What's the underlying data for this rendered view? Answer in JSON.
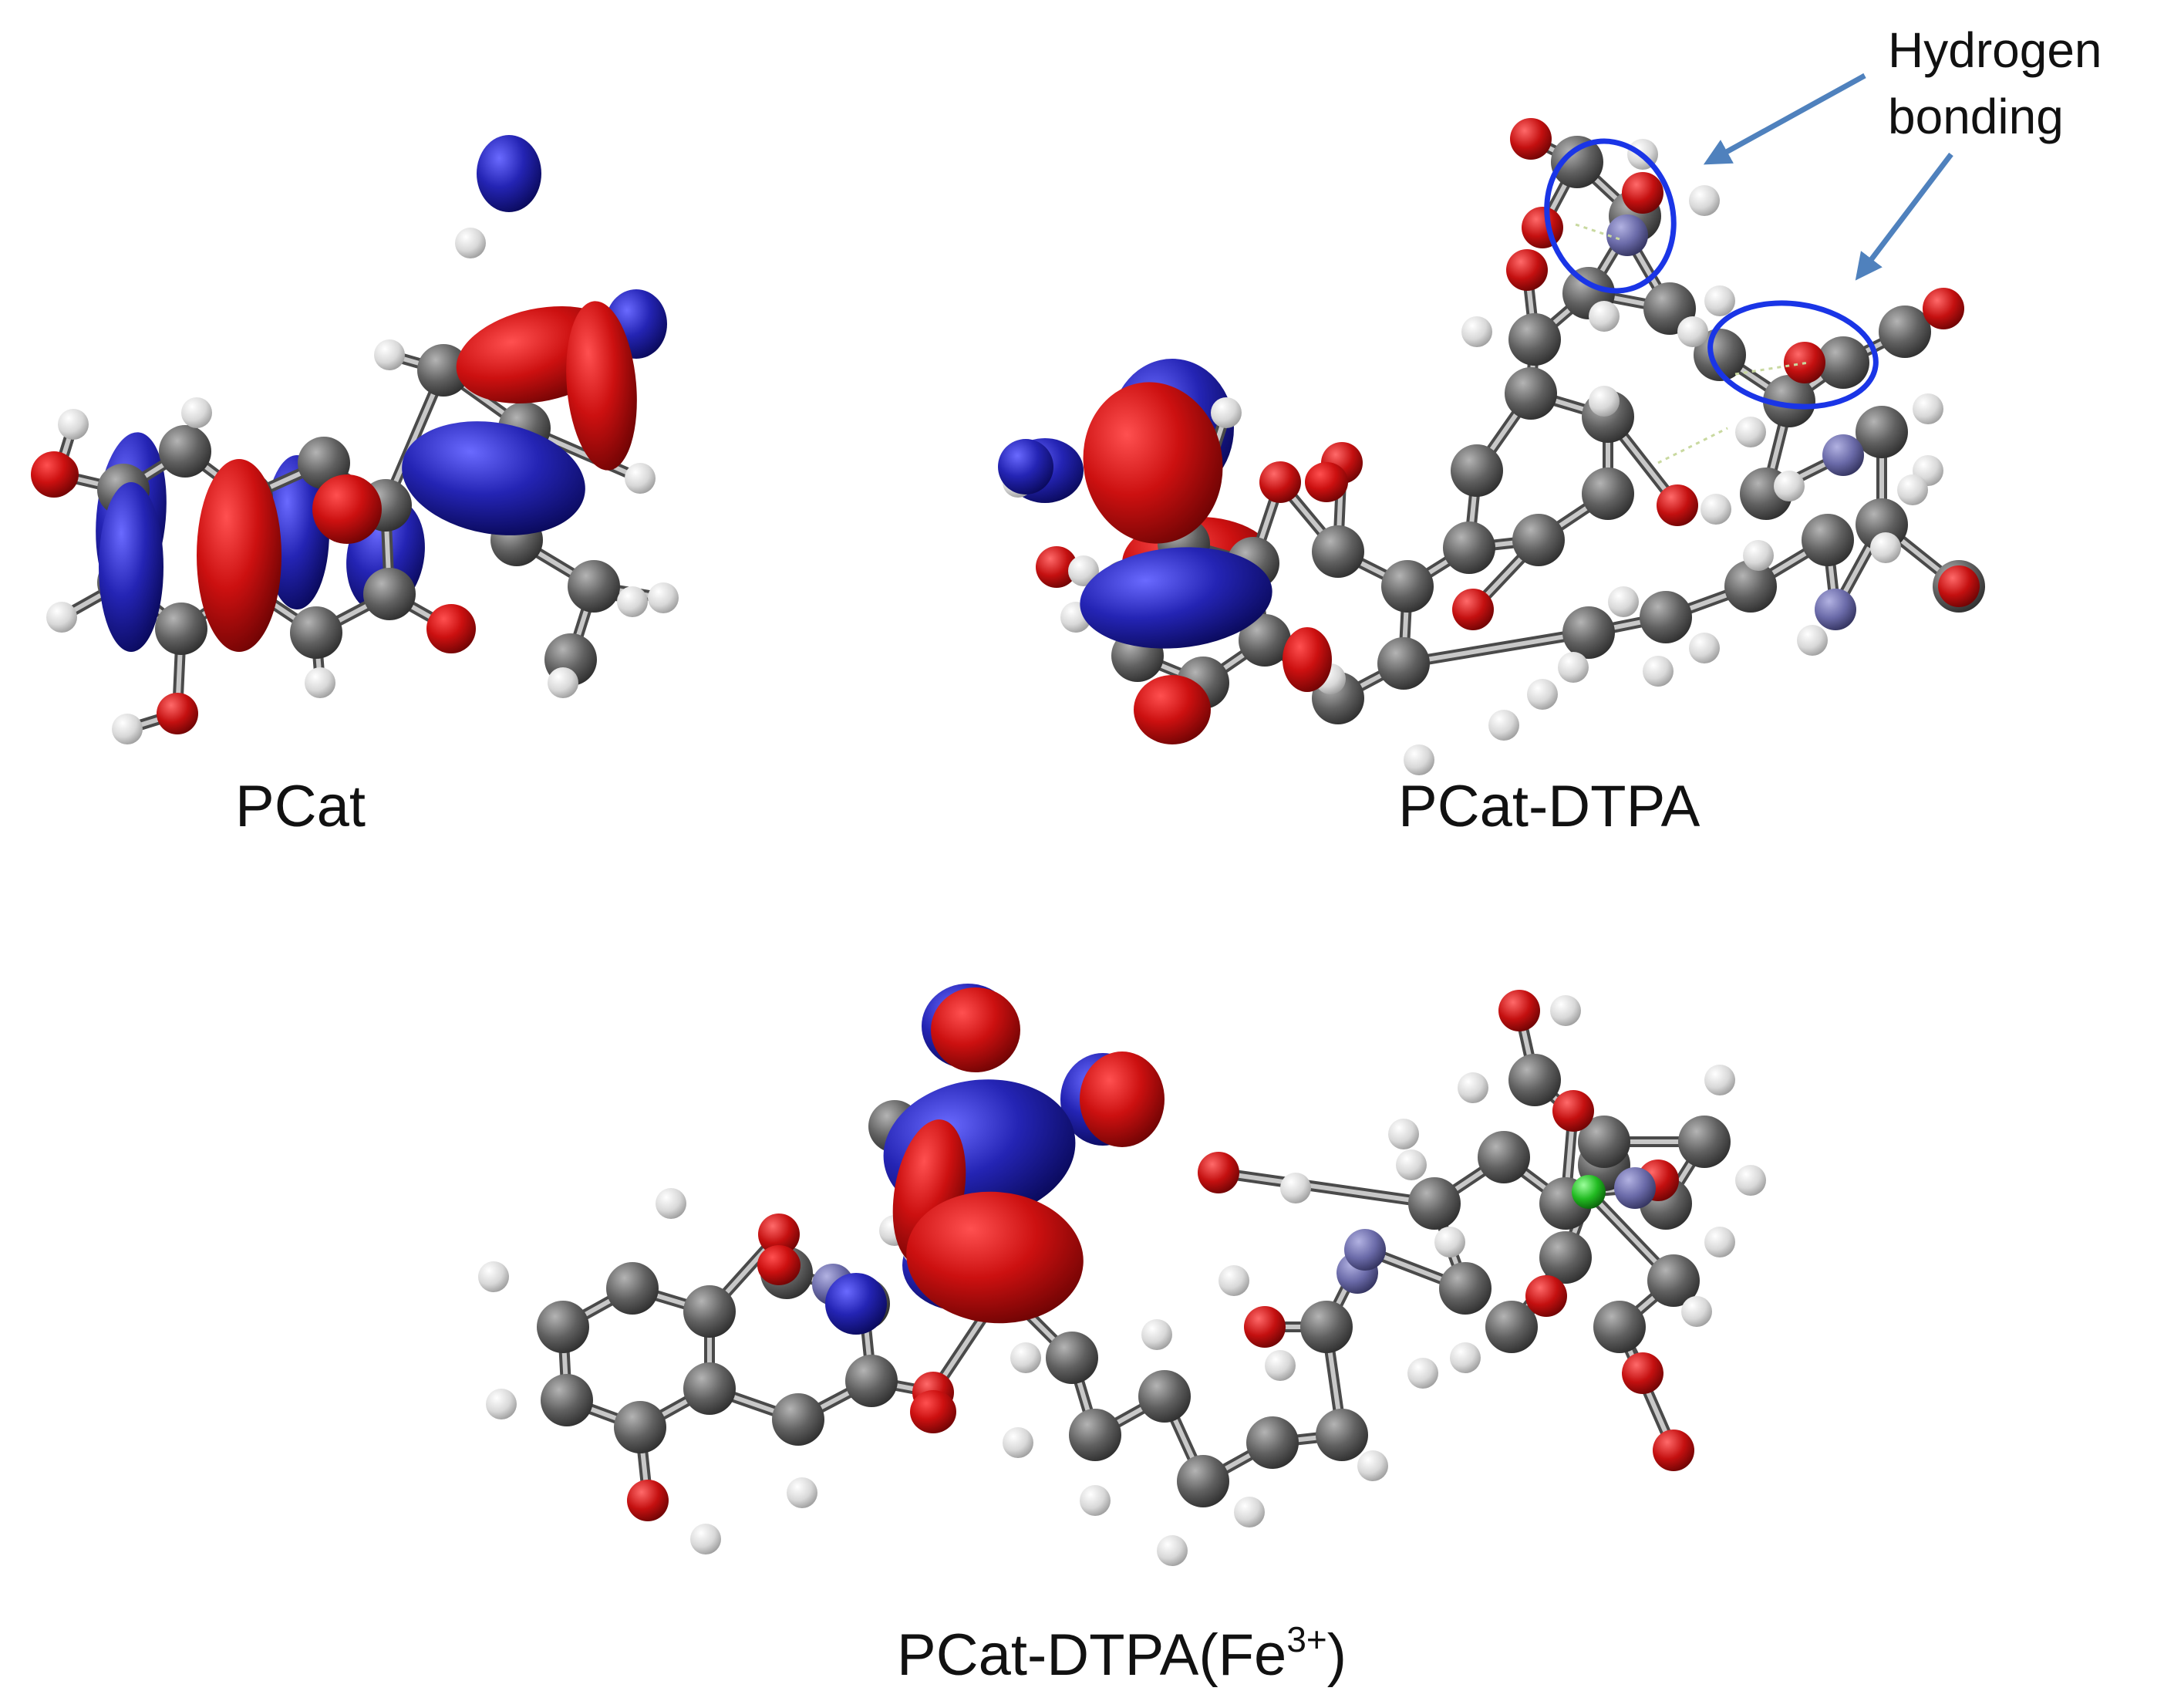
{
  "labels": {
    "pcat": "PCat",
    "pcat_dtpa": "PCat-DTPA",
    "pcat_dtpa_fe_main": "PCat-DTPA(Fe",
    "pcat_dtpa_fe_sup": "3+",
    "pcat_dtpa_fe_end": ")"
  },
  "annotation": {
    "line1": "Hydrogen",
    "line2": "bonding"
  },
  "colors": {
    "carbon": "#606060",
    "hydrogen": "#e2e2e2",
    "oxygen": "#c41010",
    "nitrogen": "#6a6aa8",
    "iron": "#22bb22",
    "orbital_positive": "#cc1010",
    "orbital_negative": "#2424b4",
    "highlight": "#1a35e6",
    "arrow": "#4f81bd",
    "bond": "#9a9a9a"
  }
}
